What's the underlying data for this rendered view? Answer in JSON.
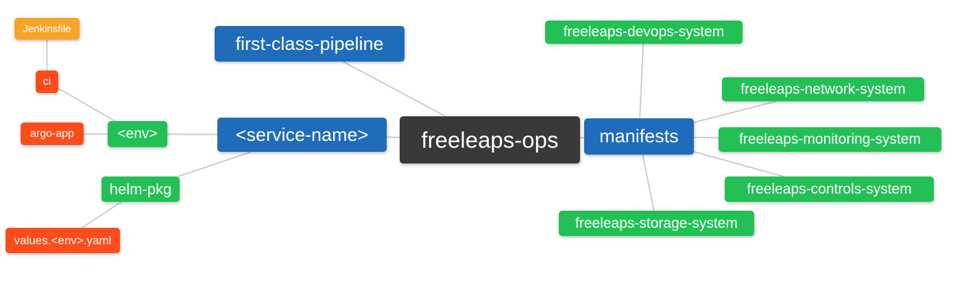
{
  "palette": {
    "blue": "#1f6cba",
    "green": "#23c056",
    "red": "#fa4d1b",
    "orange": "#f8a428",
    "dark": "#3b3838",
    "edge": "#cccccc",
    "text": "#ffffff",
    "background": "#ffffff"
  },
  "nodes": [
    {
      "id": "jenkinsfile",
      "label": "Jenkinsfile",
      "color": "orange"
    },
    {
      "id": "ci",
      "label": "ci",
      "color": "red"
    },
    {
      "id": "argo-app",
      "label": "argo-app",
      "color": "red"
    },
    {
      "id": "env",
      "label": "<env>",
      "color": "green"
    },
    {
      "id": "helm-pkg",
      "label": "helm-pkg",
      "color": "green"
    },
    {
      "id": "values-env-yaml",
      "label": "values.<env>.yaml",
      "color": "red"
    },
    {
      "id": "first-class-pipeline",
      "label": "first-class-pipeline",
      "color": "blue"
    },
    {
      "id": "service-name",
      "label": "<service-name>",
      "color": "blue"
    },
    {
      "id": "freeleaps-ops",
      "label": "freeleaps-ops",
      "color": "dark"
    },
    {
      "id": "manifests",
      "label": "manifests",
      "color": "blue"
    },
    {
      "id": "devops-system",
      "label": "freeleaps-devops-system",
      "color": "green"
    },
    {
      "id": "network-system",
      "label": "freeleaps-network-system",
      "color": "green"
    },
    {
      "id": "monitoring-system",
      "label": "freeleaps-monitoring-system",
      "color": "green"
    },
    {
      "id": "controls-system",
      "label": "freeleaps-controls-system",
      "color": "green"
    },
    {
      "id": "storage-system",
      "label": "freeleaps-storage-system",
      "color": "green"
    }
  ],
  "edges": [
    {
      "from": "jenkinsfile",
      "to": "ci"
    },
    {
      "from": "ci",
      "to": "env"
    },
    {
      "from": "argo-app",
      "to": "env"
    },
    {
      "from": "env",
      "to": "service-name"
    },
    {
      "from": "helm-pkg",
      "to": "service-name"
    },
    {
      "from": "values-env-yaml",
      "to": "helm-pkg"
    },
    {
      "from": "first-class-pipeline",
      "to": "freeleaps-ops"
    },
    {
      "from": "service-name",
      "to": "freeleaps-ops"
    },
    {
      "from": "freeleaps-ops",
      "to": "manifests"
    },
    {
      "from": "manifests",
      "to": "devops-system"
    },
    {
      "from": "manifests",
      "to": "network-system"
    },
    {
      "from": "manifests",
      "to": "monitoring-system"
    },
    {
      "from": "manifests",
      "to": "controls-system"
    },
    {
      "from": "manifests",
      "to": "storage-system"
    }
  ]
}
